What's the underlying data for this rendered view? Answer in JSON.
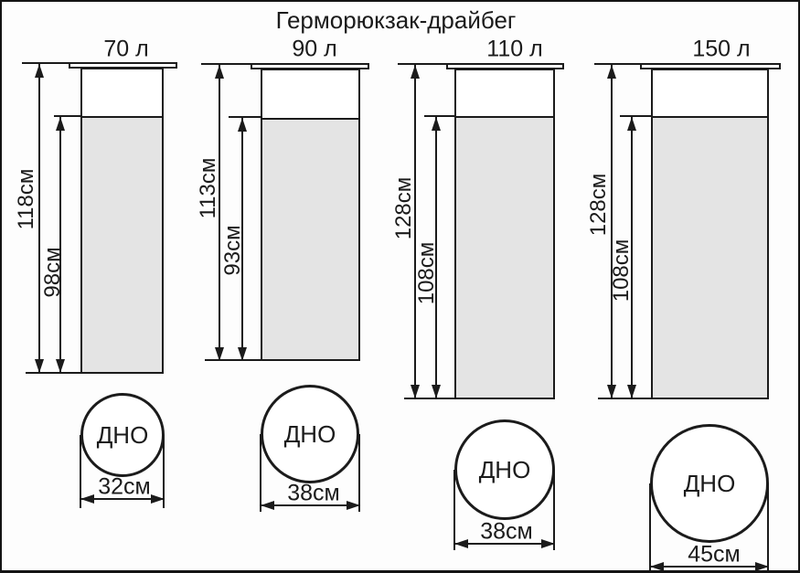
{
  "title": "Герморюкзак-драйбег",
  "bottom_text": "ДНО",
  "colors": {
    "line": "#1b1b1b",
    "bag_fill": "#e4e4e4",
    "background": "#fdfdfd"
  },
  "bags": [
    {
      "volume_label": "70 л",
      "volume_l": 70,
      "total_height_label": "118см",
      "total_height_cm": 118,
      "bag_height_label": "98см",
      "bag_height_cm": 98,
      "bottom_circle_label": "ДНО",
      "bottom_diameter_label": "32см",
      "bottom_diameter_cm": 32
    },
    {
      "volume_label": "90 л",
      "volume_l": 90,
      "total_height_label": "113см",
      "total_height_cm": 113,
      "bag_height_label": "93см",
      "bag_height_cm": 93,
      "bottom_circle_label": "ДНО",
      "bottom_diameter_label": "38см",
      "bottom_diameter_cm": 38
    },
    {
      "volume_label": "110 л",
      "volume_l": 110,
      "total_height_label": "128см",
      "total_height_cm": 128,
      "bag_height_label": "108см",
      "bag_height_cm": 108,
      "bottom_circle_label": "ДНО",
      "bottom_diameter_label": "38см",
      "bottom_diameter_cm": 38
    },
    {
      "volume_label": "150 л",
      "volume_l": 150,
      "total_height_label": "128см",
      "total_height_cm": 128,
      "bag_height_label": "108см",
      "bag_height_cm": 108,
      "bottom_circle_label": "ДНО",
      "bottom_diameter_label": "45см",
      "bottom_diameter_cm": 45
    }
  ]
}
